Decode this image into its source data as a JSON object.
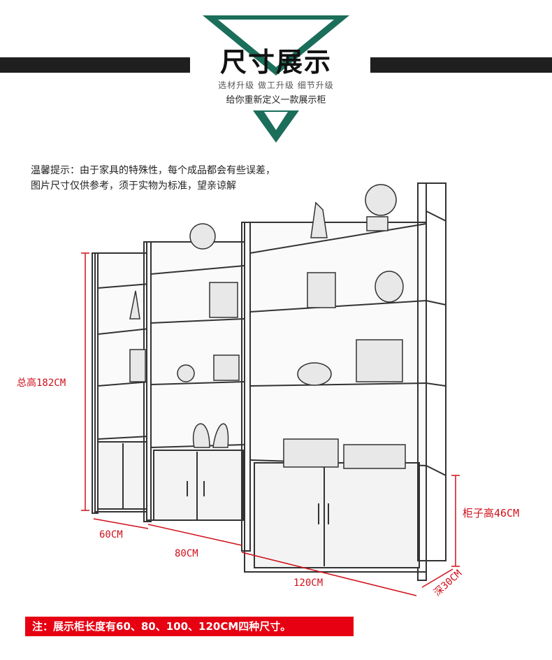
{
  "header": {
    "title": "尺寸展示",
    "tagline": "选材升级  做工升级  细节升级",
    "subtitle": "给你重新定义一款展示柜"
  },
  "note": {
    "line1": "温馨提示：由于家具的特殊性，每个成品都会有些误差，",
    "line2": "图片尺寸仅供参考，须于实物为标准，望亲谅解"
  },
  "dimensions": {
    "total_height": "总高182CM",
    "cabinet_height": "柜子高46CM",
    "width_60": "60CM",
    "width_80": "80CM",
    "width_120": "120CM",
    "depth": "深30CM"
  },
  "footer": {
    "text": "注：展示柜长度有60、80、100、120CM四种尺寸。"
  },
  "colors": {
    "accent_green": "#1b6e5a",
    "dimension_red": "#d0111b",
    "footer_red": "#e60012",
    "bar_dark": "#1f1f1f"
  }
}
